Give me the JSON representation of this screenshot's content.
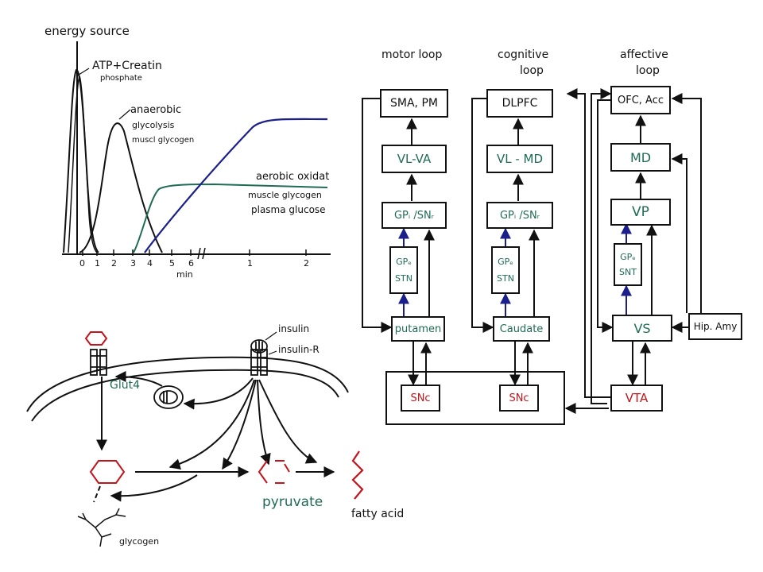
{
  "energy_chart": {
    "ylabel": "energy source",
    "xlabel": "min",
    "x_ticks": [
      "0",
      "1",
      "2",
      "3",
      "4",
      "5",
      "6",
      "1",
      "2"
    ],
    "curves": {
      "atp": {
        "label": "ATP+Creatin",
        "sub": "phosphate"
      },
      "anaerobic": {
        "label": "anaerobic",
        "sub1": "glycolysis",
        "sub2": "muscl glycogen"
      },
      "aerobic": {
        "label": "aerobic oxidat",
        "sub1": "muscle glycogen",
        "sub2": "plasma glucose"
      }
    },
    "colors": {
      "axis": "#111111",
      "green": "#1f6b55",
      "blue": "#1b1f8c"
    }
  },
  "cell_diagram": {
    "insulin": "insulin",
    "insulin_r": "insulin-R",
    "glut4": "Glut4",
    "pyruvate": "pyruvate",
    "fatty_acid": "fatty acid",
    "glycogen": "glycogen",
    "colors": {
      "hexagon": "#c3141b",
      "green": "#1f6b55"
    }
  },
  "loops": {
    "headers": {
      "motor": "motor loop",
      "cognitive_1": "cognitive",
      "cognitive_2": "loop",
      "affective_1": "affective",
      "affective_2": "loop"
    },
    "motor": {
      "cortex": "SMA, PM",
      "thal": "VL-VA",
      "gpi": "GPᵢ /SNᵣ",
      "gpe": "GPₑ",
      "stn": "STN",
      "striatum": "putamen",
      "snc": "SNc"
    },
    "cognitive": {
      "cortex": "DLPFC",
      "thal": "VL - MD",
      "gpi": "GPᵢ /SNᵣ",
      "gpe": "GPₑ",
      "stn": "STN",
      "striatum": "Caudate",
      "snc": "SNc"
    },
    "affective": {
      "cortex": "OFC, Acc",
      "thal": "MD",
      "gpi": "VP",
      "gpe": "GPₑ",
      "stn": "SNT",
      "striatum": "VS",
      "vta": "VTA",
      "hip": "Hip. Amy"
    },
    "colors": {
      "text_green": "#1f6b55",
      "text_red": "#c3141b",
      "arrow_blue": "#1b1f8c"
    }
  }
}
